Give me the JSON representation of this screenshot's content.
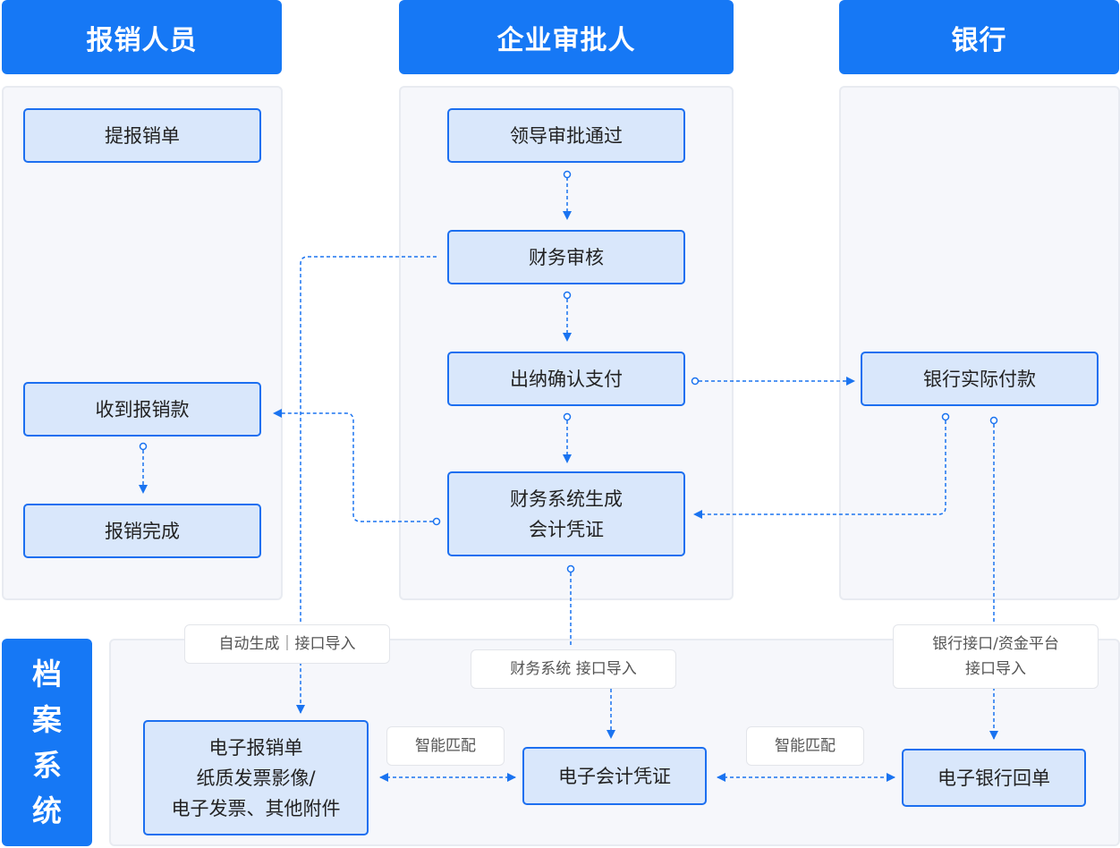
{
  "headers": {
    "reimburser": "报销人员",
    "approver": "企业审批人",
    "bank": "银行"
  },
  "nodes": {
    "submit": "提报销单",
    "leader_approve": "领导审批通过",
    "finance_review": "财务审核",
    "cashier_pay": "出纳确认支付",
    "voucher_line1": "财务系统生成",
    "voucher_line2": "会计凭证",
    "bank_payment": "银行实际付款",
    "receive_payment": "收到报销款",
    "reimburse_done": "报销完成",
    "e_reimburse_line1": "电子报销单",
    "e_reimburse_line2": "纸质发票影像/",
    "e_reimburse_line3": "电子发票、其他附件",
    "e_voucher": "电子会计凭证",
    "e_bank_receipt": "电子银行回单"
  },
  "archive": {
    "label_chars": [
      "档",
      "案",
      "系",
      "统"
    ]
  },
  "tags": {
    "auto_gen": "自动生成｜接口导入",
    "finance_import": "财务系统 接口导入",
    "bank_import_line1": "银行接口/资金平台",
    "bank_import_line2": "接口导入",
    "smart_match_left": "智能匹配",
    "smart_match_right": "智能匹配"
  },
  "colors": {
    "header_bg": "#1678f5",
    "node_bg": "#d9e7fb",
    "node_border": "#1c6ff0",
    "link": "#1a73f0"
  }
}
